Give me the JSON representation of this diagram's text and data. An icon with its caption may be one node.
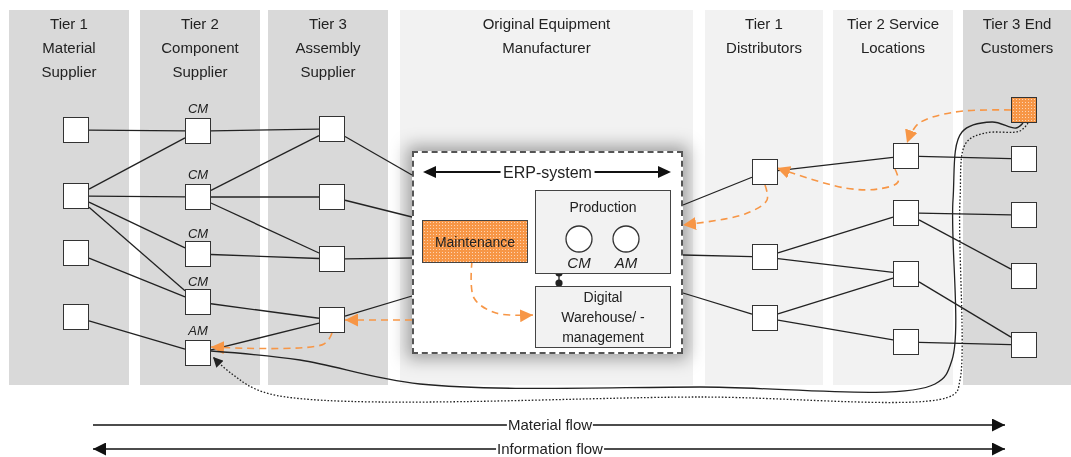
{
  "diagram": {
    "nodes": [
      {
        "text": [
          "Tier 1 Material Supplier"
        ]
      },
      {
        "text": [],
        "shape": "box",
        "in": 0
      },
      {
        "text": [],
        "shape": "box",
        "in": 0
      },
      {
        "text": [],
        "shape": "box",
        "in": 0
      },
      {
        "text": [],
        "shape": "box",
        "in": 0
      },
      {
        "text": [
          "Tier 2 Component Supplier"
        ]
      },
      {
        "text": [],
        "shape": "box",
        "in": 5,
        "beside": [
          "CM"
        ]
      },
      {
        "text": [],
        "shape": "box",
        "in": 5,
        "beside": [
          "CM"
        ]
      },
      {
        "text": [],
        "shape": "box",
        "in": 5,
        "beside": [
          "CM"
        ]
      },
      {
        "text": [],
        "shape": "box",
        "in": 5,
        "beside": [
          "CM"
        ]
      },
      {
        "text": [],
        "shape": "box",
        "in": 5,
        "beside": [
          "AM"
        ]
      },
      {
        "text": [
          "Tier 3 Assembly Supplier"
        ]
      },
      {
        "text": [],
        "shape": "box",
        "in": 11
      },
      {
        "text": [],
        "shape": "box",
        "in": 11
      },
      {
        "text": [],
        "shape": "box",
        "in": 11
      },
      {
        "text": [],
        "shape": "box",
        "in": 11
      },
      {
        "text": [
          "Original Equipment Manufacturer"
        ]
      },
      {
        "text": [
          "ERP-system"
        ],
        "in": 16
      },
      {
        "text": [
          "Maintenance"
        ],
        "in": 17
      },
      {
        "text": [
          "Production"
        ],
        "in": 17
      },
      {
        "text": [
          "CM"
        ],
        "in": 19
      },
      {
        "text": [
          "AM"
        ],
        "in": 19
      },
      {
        "text": [
          "Digital Warehouse/ - management"
        ],
        "in": 17
      },
      {
        "text": [
          "Tier 1 Distributors"
        ]
      },
      {
        "text": [],
        "shape": "box",
        "in": 23
      },
      {
        "text": [],
        "shape": "box",
        "in": 23
      },
      {
        "text": [],
        "shape": "box",
        "in": 23
      },
      {
        "text": [
          "Tier 2 Service Locations"
        ]
      },
      {
        "text": [],
        "shape": "box",
        "in": 27
      },
      {
        "text": [],
        "shape": "box",
        "in": 27
      },
      {
        "text": [],
        "shape": "box",
        "in": 27
      },
      {
        "text": [],
        "shape": "box",
        "in": 27
      },
      {
        "text": [
          "Tier 3 End Customers"
        ]
      },
      {
        "text": [],
        "shape": "box",
        "in": 32
      },
      {
        "text": [],
        "shape": "box",
        "in": 32
      },
      {
        "text": [],
        "shape": "box",
        "in": 32
      },
      {
        "text": [],
        "shape": "box",
        "in": 32
      },
      {
        "text": [],
        "shape": "box",
        "in": 32
      }
    ],
    "edges": [
      {
        "from": 1,
        "to": 6,
        "arrow": "none"
      },
      {
        "from": 2,
        "to": 6,
        "arrow": "none"
      },
      {
        "from": 2,
        "to": 7,
        "arrow": "none"
      },
      {
        "from": 2,
        "to": 8,
        "arrow": "none"
      },
      {
        "from": 2,
        "to": 9,
        "arrow": "none"
      },
      {
        "from": 3,
        "to": 9,
        "arrow": "none"
      },
      {
        "from": 4,
        "to": 10,
        "arrow": "none"
      },
      {
        "from": 6,
        "to": 12,
        "arrow": "none"
      },
      {
        "from": 7,
        "to": 12,
        "arrow": "none"
      },
      {
        "from": 7,
        "to": 13,
        "arrow": "none"
      },
      {
        "from": 7,
        "to": 14,
        "arrow": "none"
      },
      {
        "from": 8,
        "to": 14,
        "arrow": "none"
      },
      {
        "from": 9,
        "to": 15,
        "arrow": "none"
      },
      {
        "from": 10,
        "to": 15,
        "arrow": "none"
      },
      {
        "from": 12,
        "to": 17,
        "arrow": "none"
      },
      {
        "from": 13,
        "to": 17,
        "arrow": "none"
      },
      {
        "from": 14,
        "to": 17,
        "arrow": "none"
      },
      {
        "from": 15,
        "to": 17,
        "arrow": "none"
      },
      {
        "from": 17,
        "to": 24,
        "arrow": "none"
      },
      {
        "from": 17,
        "to": 25,
        "arrow": "none"
      },
      {
        "from": 17,
        "to": 26,
        "arrow": "none"
      },
      {
        "from": 24,
        "to": 28,
        "arrow": "none"
      },
      {
        "from": 25,
        "to": 29,
        "arrow": "none"
      },
      {
        "from": 25,
        "to": 30,
        "arrow": "none"
      },
      {
        "from": 26,
        "to": 30,
        "arrow": "none"
      },
      {
        "from": 26,
        "to": 31,
        "arrow": "none"
      },
      {
        "from": 28,
        "to": 34,
        "arrow": "none"
      },
      {
        "from": 29,
        "to": 35,
        "arrow": "none"
      },
      {
        "from": 29,
        "to": 36,
        "arrow": "none"
      },
      {
        "from": 30,
        "to": 37,
        "arrow": "none"
      },
      {
        "from": 31,
        "to": 37,
        "arrow": "none"
      },
      {
        "from": 19,
        "to": 22,
        "arrow": "other"
      },
      {
        "from": 33,
        "to": 28,
        "arrow": "to",
        "style": "dashed",
        "color": "#f79646"
      },
      {
        "from": 28,
        "to": 24,
        "arrow": "to",
        "style": "dashed",
        "color": "#f79646"
      },
      {
        "from": 24,
        "to": 17,
        "arrow": "to",
        "style": "dashed",
        "color": "#f79646"
      },
      {
        "from": 18,
        "to": 22,
        "arrow": "to",
        "style": "dashed",
        "color": "#f79646"
      },
      {
        "from": 17,
        "to": 15,
        "arrow": "to",
        "style": "dashed",
        "color": "#f79646"
      },
      {
        "from": 15,
        "to": 10,
        "arrow": "to",
        "style": "dashed",
        "color": "#f79646"
      },
      {
        "from": 33,
        "to": 10,
        "arrow": "none"
      },
      {
        "from": 33,
        "to": 10,
        "arrow": "to",
        "style": "dashed"
      }
    ],
    "labels": [
      "Material flow",
      "Information flow"
    ]
  }
}
